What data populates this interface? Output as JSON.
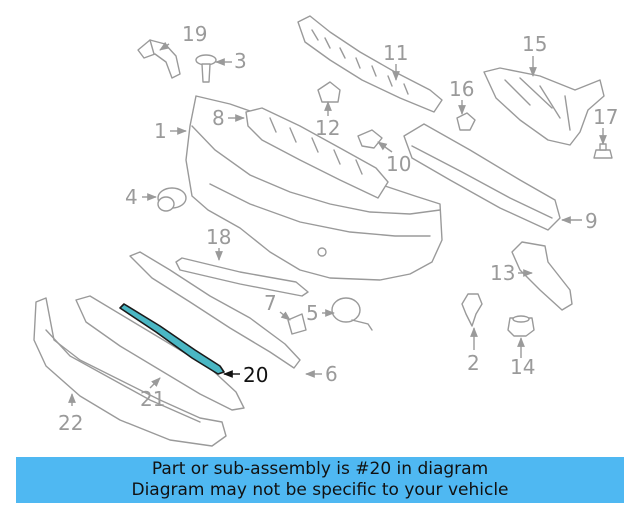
{
  "diagram": {
    "callouts": [
      "19",
      "3",
      "11",
      "15",
      "16",
      "17",
      "1",
      "8",
      "12",
      "10",
      "4",
      "9",
      "18",
      "13",
      "7",
      "5",
      "2",
      "14",
      "6",
      "20",
      "21",
      "22"
    ],
    "highlighted_part": "20",
    "colors": {
      "line": "#9a9a9a",
      "highlight_stroke": "#1a1a1a",
      "highlight_fill": "#4ab7c4",
      "banner": "#4fb8f2"
    }
  },
  "banner": {
    "line1": "Part or sub-assembly is #20 in diagram",
    "line2": "Diagram may not be specific to your vehicle"
  }
}
